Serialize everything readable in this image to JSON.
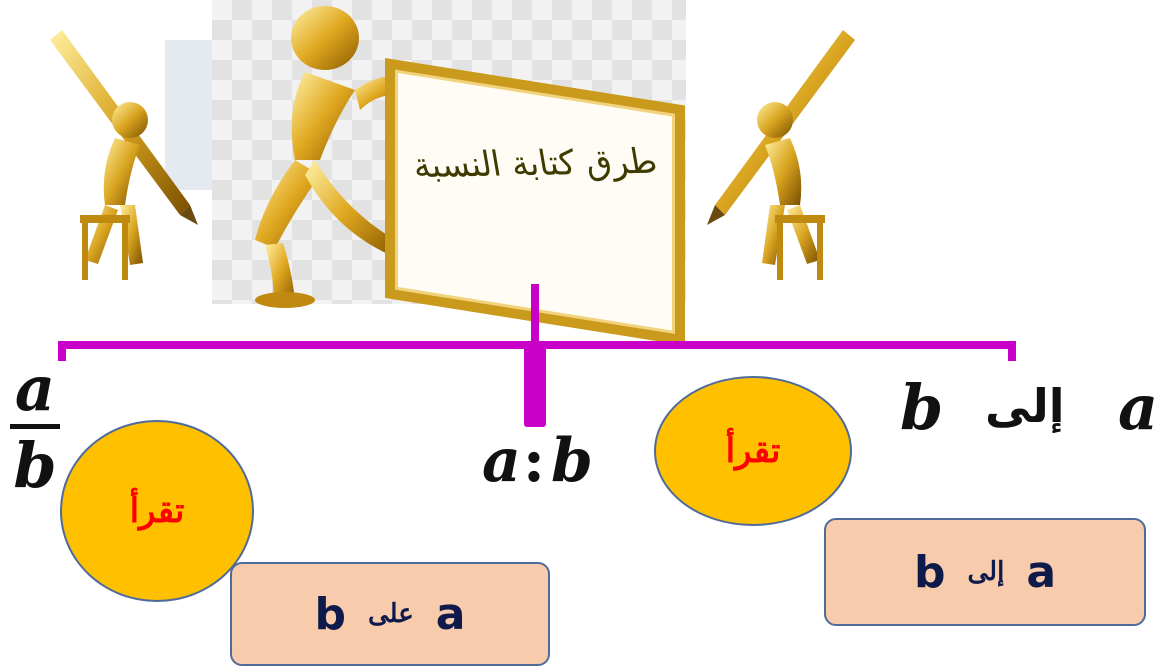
{
  "diagram": {
    "board_title": "طرق كتابة النسبة",
    "notations": {
      "fraction": {
        "numerator": "a",
        "denominator": "b"
      },
      "colon": {
        "left": "a",
        "separator": ":",
        "right": "b"
      },
      "words": {
        "a": "a",
        "word": "إلى",
        "b": "b"
      }
    },
    "read_label": "تقرأ",
    "read_boxes": {
      "fraction": {
        "a": "a",
        "word": "على",
        "b": "b"
      },
      "words": {
        "a": "a",
        "word": "إلى",
        "b": "b"
      }
    }
  },
  "colors": {
    "bracket": "#c800c8",
    "circle": "#ffc000",
    "read_label": "#ff0000",
    "box": "#f8cbad",
    "box_text": "#0d1a4a",
    "figure_gold": "#d9a520"
  },
  "icons": [
    "writer-figure-icon",
    "thinker-figure-icon"
  ]
}
